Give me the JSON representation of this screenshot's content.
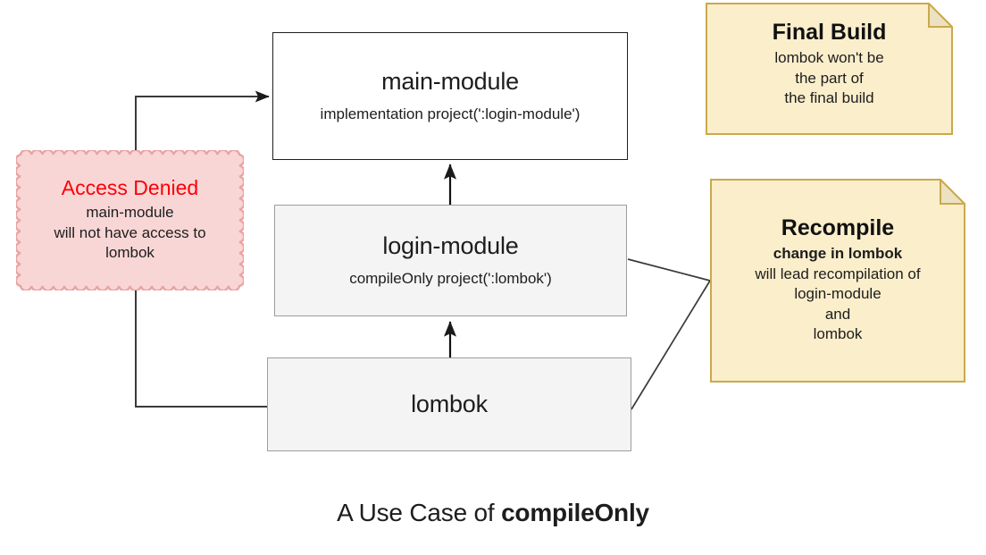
{
  "diagram": {
    "caption_prefix": "A Use Case of ",
    "caption_emphasis": "compileOnly",
    "nodes": [
      {
        "id": "main-module",
        "title": "main-module",
        "subtitle": "implementation project(':login-module')"
      },
      {
        "id": "login-module",
        "title": "login-module",
        "subtitle": "compileOnly project(':lombok')"
      },
      {
        "id": "lombok",
        "title": "lombok",
        "subtitle": ""
      }
    ],
    "callout": {
      "title": "Access Denied",
      "lines": [
        "main-module",
        "will not have access to",
        "lombok"
      ],
      "title_color": "#fb0007",
      "fill_color": "#f9d6d6",
      "border_color": "#e9a3a3"
    },
    "notes": [
      {
        "id": "final-build",
        "title": "Final Build",
        "lines": [
          {
            "text": "lombok won't be",
            "bold": false
          },
          {
            "text": "the part of",
            "bold": false
          },
          {
            "text": "the final build",
            "bold": false
          }
        ],
        "fill_color": "#fbeecb",
        "border_color": "#c9a94c",
        "fold_color": "#ece2c2"
      },
      {
        "id": "recompile",
        "title": "Recompile",
        "lines": [
          {
            "text": "change in lombok",
            "bold": true
          },
          {
            "text": "will lead recompilation of",
            "bold": false
          },
          {
            "text": "login-module",
            "bold": false
          },
          {
            "text": "and",
            "bold": false
          },
          {
            "text": "lombok",
            "bold": false
          }
        ],
        "fill_color": "#fbeecb",
        "border_color": "#c9a94c",
        "fold_color": "#ece2c2"
      }
    ],
    "edges": [
      {
        "id": "lombok-to-main-denied",
        "from": "lombok",
        "to": "main-module",
        "style": "orthogonal-arrow"
      },
      {
        "id": "login-to-main",
        "from": "login-module",
        "to": "main-module",
        "style": "arrow-up"
      },
      {
        "id": "lombok-to-login",
        "from": "lombok",
        "to": "login-module",
        "style": "arrow-up"
      },
      {
        "id": "login-to-recompile",
        "from": "login-module",
        "to": "recompile",
        "style": "plain"
      },
      {
        "id": "lombok-to-recompile",
        "from": "lombok",
        "to": "recompile",
        "style": "plain"
      }
    ]
  }
}
